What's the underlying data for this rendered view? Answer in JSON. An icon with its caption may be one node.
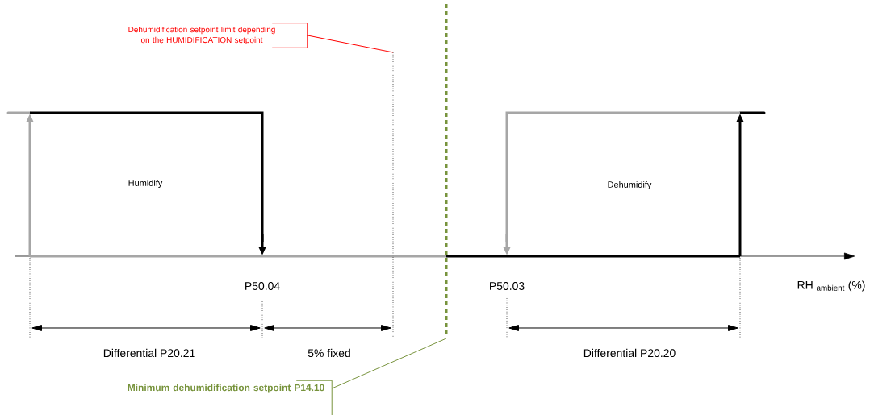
{
  "diagram": {
    "nodes": [
      {
        "text": [
          "Dehumidification setpoint limit depending on the HUMIDIFICATION setpoint"
        ]
      },
      {
        "text": [
          "Minimum dehumidification setpoint P14.10"
        ]
      }
    ],
    "edges": [
      {
        "from": 0,
        "to": null,
        "arrow": "none",
        "color": "#ff0000"
      },
      {
        "from": 1,
        "to": null,
        "arrow": "none",
        "color": "#77933c"
      }
    ],
    "labels": [
      "Humidify",
      "Dehumidify",
      "P50.04",
      "P50.03",
      "RH $_{ambient}$ (%)",
      "Differential P20.21",
      "5% fixed",
      "Differential P20.20"
    ]
  }
}
